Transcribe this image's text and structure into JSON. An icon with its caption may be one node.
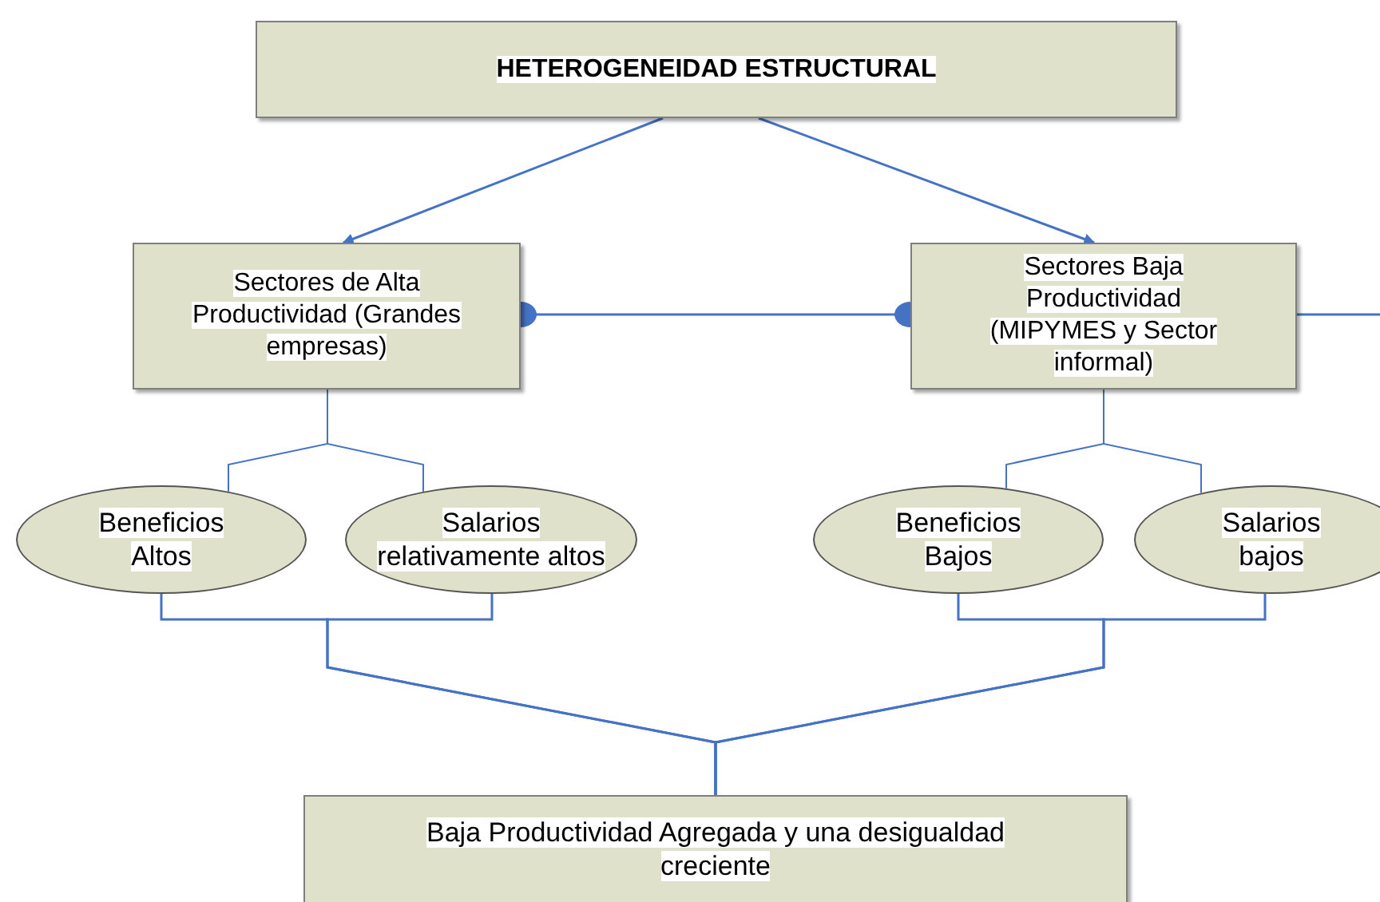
{
  "diagram": {
    "nodes": [
      {
        "text": [
          "HETEROGENEIDAD ESTRUCTURAL"
        ]
      },
      {
        "text": [
          "Sectores de Alta Productividad (Grandes empresas)"
        ]
      },
      {
        "text": [
          "Sectores Baja Productividad (MIPYMES y Sector informal)"
        ]
      },
      {
        "text": [
          "Beneficios Altos"
        ]
      },
      {
        "text": [
          "Salarios relativamente altos"
        ]
      },
      {
        "text": [
          "Beneficios Bajos"
        ]
      },
      {
        "text": [
          "Salarios bajos"
        ]
      },
      {
        "text": [
          "Baja Productividad Agregada y una desigualdad creciente"
        ]
      }
    ],
    "edges": [
      {
        "from": 0,
        "to": 1,
        "arrow": "to"
      },
      {
        "from": 0,
        "to": 2,
        "arrow": "to"
      },
      {
        "from": 1,
        "to": 2,
        "arrow": "other"
      },
      {
        "from": 2,
        "to": null,
        "arrow": "none"
      },
      {
        "from": 1,
        "to": 3,
        "arrow": "none"
      },
      {
        "from": 1,
        "to": 4,
        "arrow": "none"
      },
      {
        "from": 2,
        "to": 5,
        "arrow": "none"
      },
      {
        "from": 2,
        "to": 6,
        "arrow": "none"
      },
      {
        "from": 3,
        "to": 7,
        "arrow": "none"
      },
      {
        "from": 4,
        "to": 7,
        "arrow": "none"
      },
      {
        "from": 5,
        "to": 7,
        "arrow": "none"
      },
      {
        "from": 6,
        "to": 7,
        "arrow": "none"
      }
    ]
  }
}
